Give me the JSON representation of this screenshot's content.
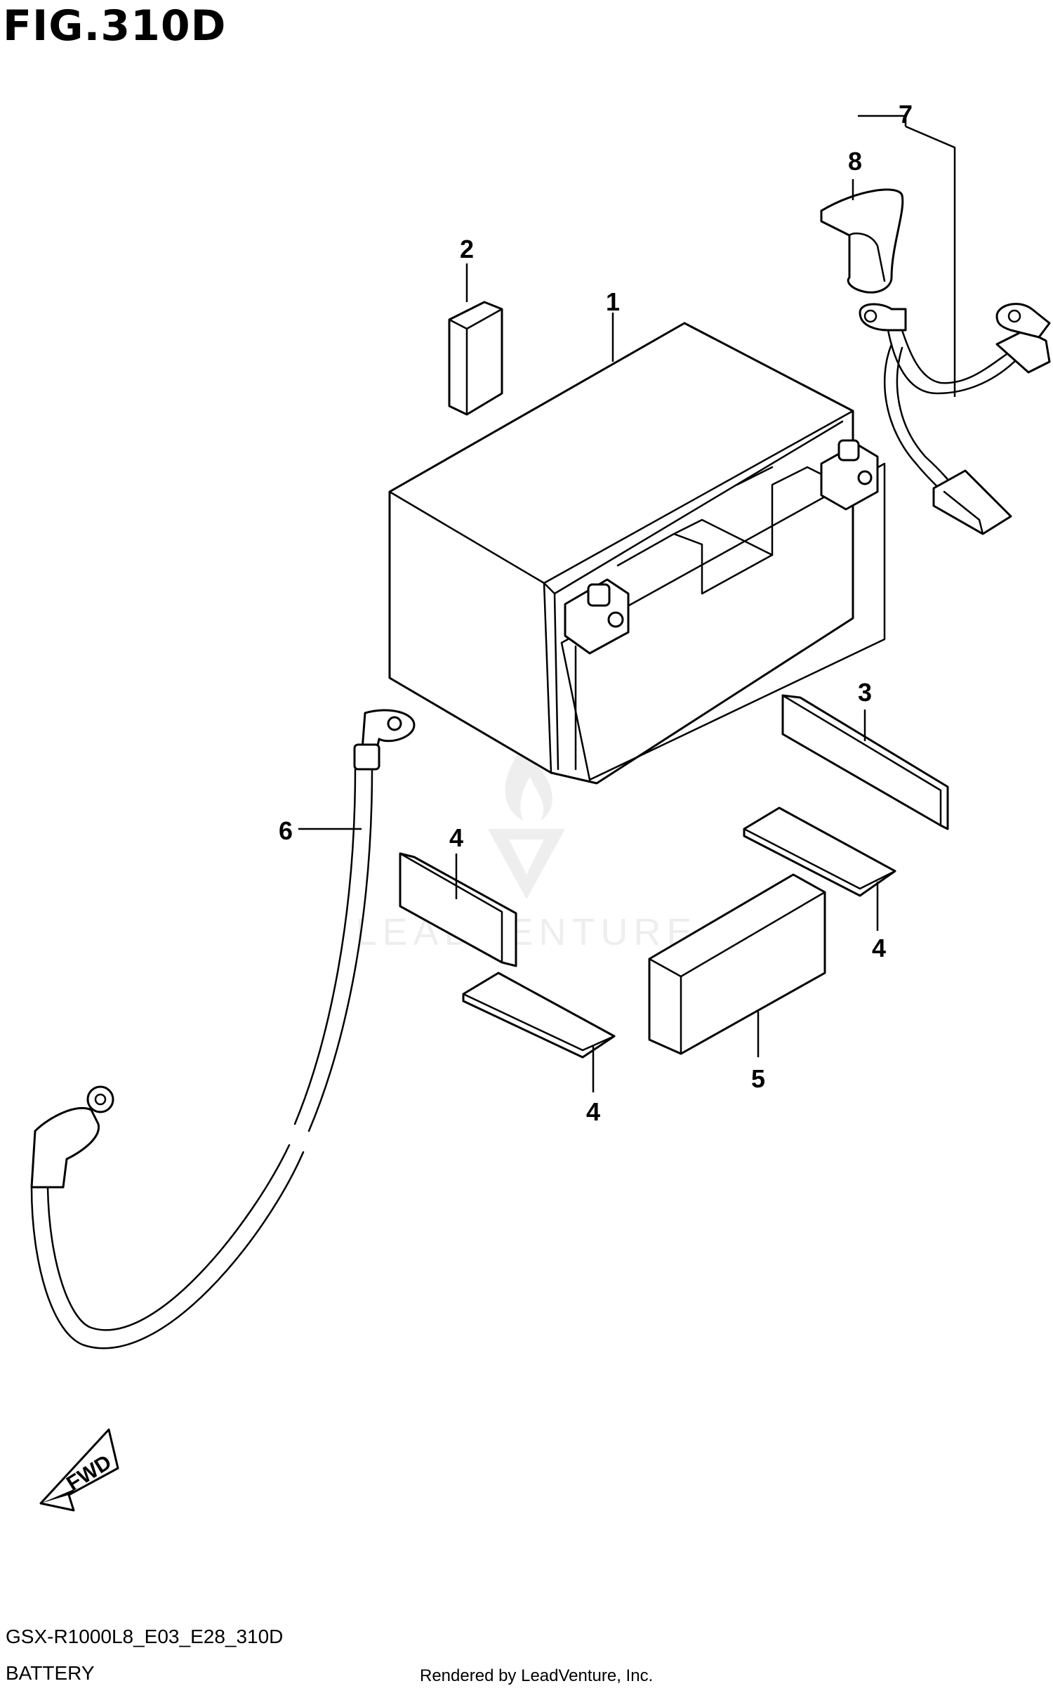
{
  "figure": {
    "title": "FIG.310D"
  },
  "footer": {
    "code": "GSX-R1000L8_E03_E28_310D",
    "name": "BATTERY",
    "rendered": "Rendered by LeadVenture, Inc."
  },
  "watermark": {
    "text": "LEADVENTURE"
  },
  "fwd": {
    "label": "FWD"
  },
  "callouts": {
    "c1": "1",
    "c2": "2",
    "c3": "3",
    "c4a": "4",
    "c4b": "4",
    "c4c": "4",
    "c5": "5",
    "c6": "6",
    "c7": "7",
    "c8": "8"
  }
}
